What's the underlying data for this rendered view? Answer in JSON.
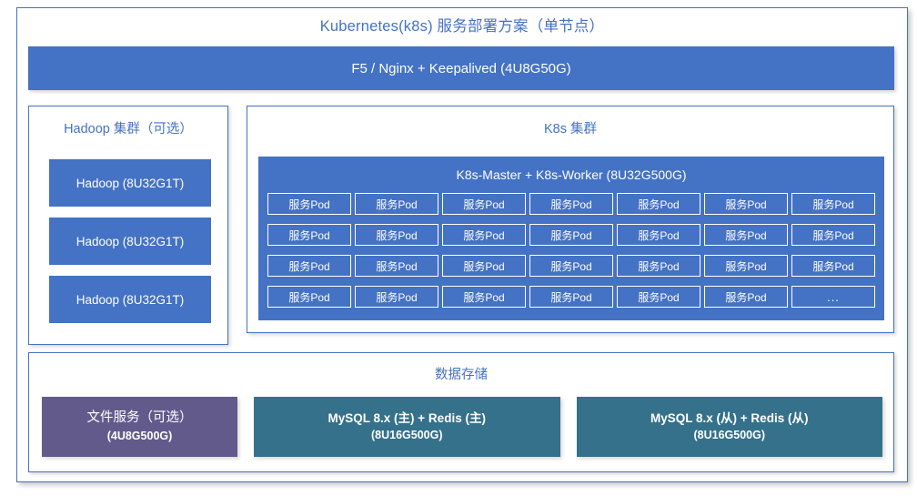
{
  "diagram": {
    "title": "Kubernetes(k8s) 服务部署方案（单节点）",
    "colors": {
      "primary_blue": "#4472C4",
      "teal": "#35718A",
      "purple": "#635A8C",
      "white": "#ffffff"
    }
  },
  "load_balancer": {
    "label": "F5 / Nginx + Keepalived (4U8G50G)"
  },
  "hadoop": {
    "title": "Hadoop 集群（可选）",
    "nodes": [
      {
        "label": "Hadoop (8U32G1T)"
      },
      {
        "label": "Hadoop (8U32G1T)"
      },
      {
        "label": "Hadoop (8U32G1T)"
      }
    ]
  },
  "k8s": {
    "title": "K8s 集群",
    "node_label": "K8s-Master + K8s-Worker (8U32G500G)",
    "pod_label": "服务Pod",
    "ellipsis_label": "...",
    "pods": [
      "服务Pod",
      "服务Pod",
      "服务Pod",
      "服务Pod",
      "服务Pod",
      "服务Pod",
      "服务Pod",
      "服务Pod",
      "服务Pod",
      "服务Pod",
      "服务Pod",
      "服务Pod",
      "服务Pod",
      "服务Pod",
      "服务Pod",
      "服务Pod",
      "服务Pod",
      "服务Pod",
      "服务Pod",
      "服务Pod",
      "服务Pod",
      "服务Pod",
      "服务Pod",
      "服务Pod",
      "服务Pod",
      "服务Pod",
      "服务Pod",
      "..."
    ],
    "grid_columns": 7,
    "grid_rows": 4
  },
  "storage": {
    "title": "数据存储",
    "items": [
      {
        "line1": "文件服务（可选）",
        "line2": "(4U8G500G)",
        "kind": "file-service"
      },
      {
        "line1": "MySQL 8.x (主) + Redis (主)",
        "line2": "(8U16G500G)",
        "kind": "mysql-master"
      },
      {
        "line1": "MySQL 8.x (从) + Redis (从)",
        "line2": "(8U16G500G)",
        "kind": "mysql-slave"
      }
    ]
  }
}
